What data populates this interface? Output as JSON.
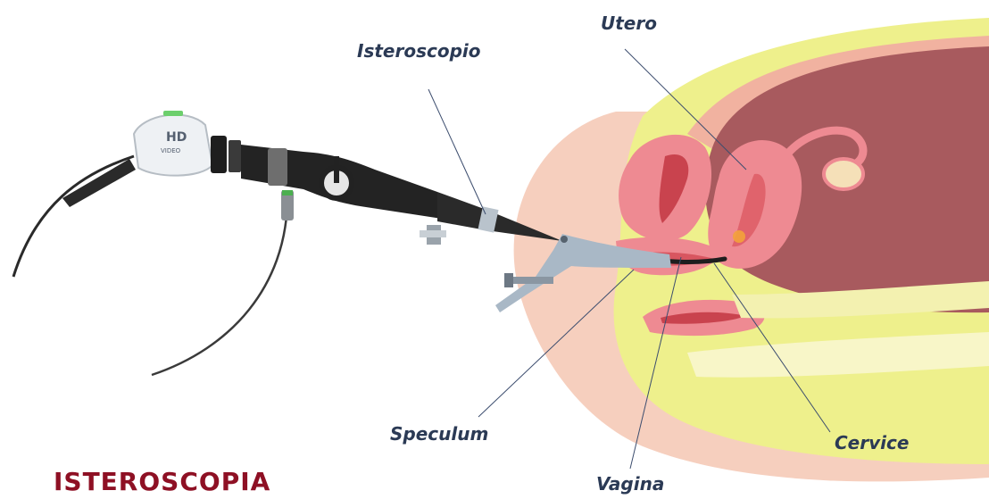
{
  "title": "ISTEROSCOPIA",
  "labels": {
    "utero": "Utero",
    "isteroscopio": "Isteroscopio",
    "speculum": "Speculum",
    "cervice": "Cervice",
    "vagina": "Vagina"
  },
  "device_badge": {
    "line1": "HD",
    "line2": "VIDEO"
  },
  "colors": {
    "title": "#8e1024",
    "label": "#2b3a55",
    "leader_line": "#3c4d6e",
    "skin": "#f6cfbe",
    "fat_layer": "#eef08c",
    "uterine_wall": "#a85a5e",
    "mucosa": "#ee8a92",
    "instrument_dark": "#2a2a2a",
    "speculum": "#a9b8c6"
  }
}
